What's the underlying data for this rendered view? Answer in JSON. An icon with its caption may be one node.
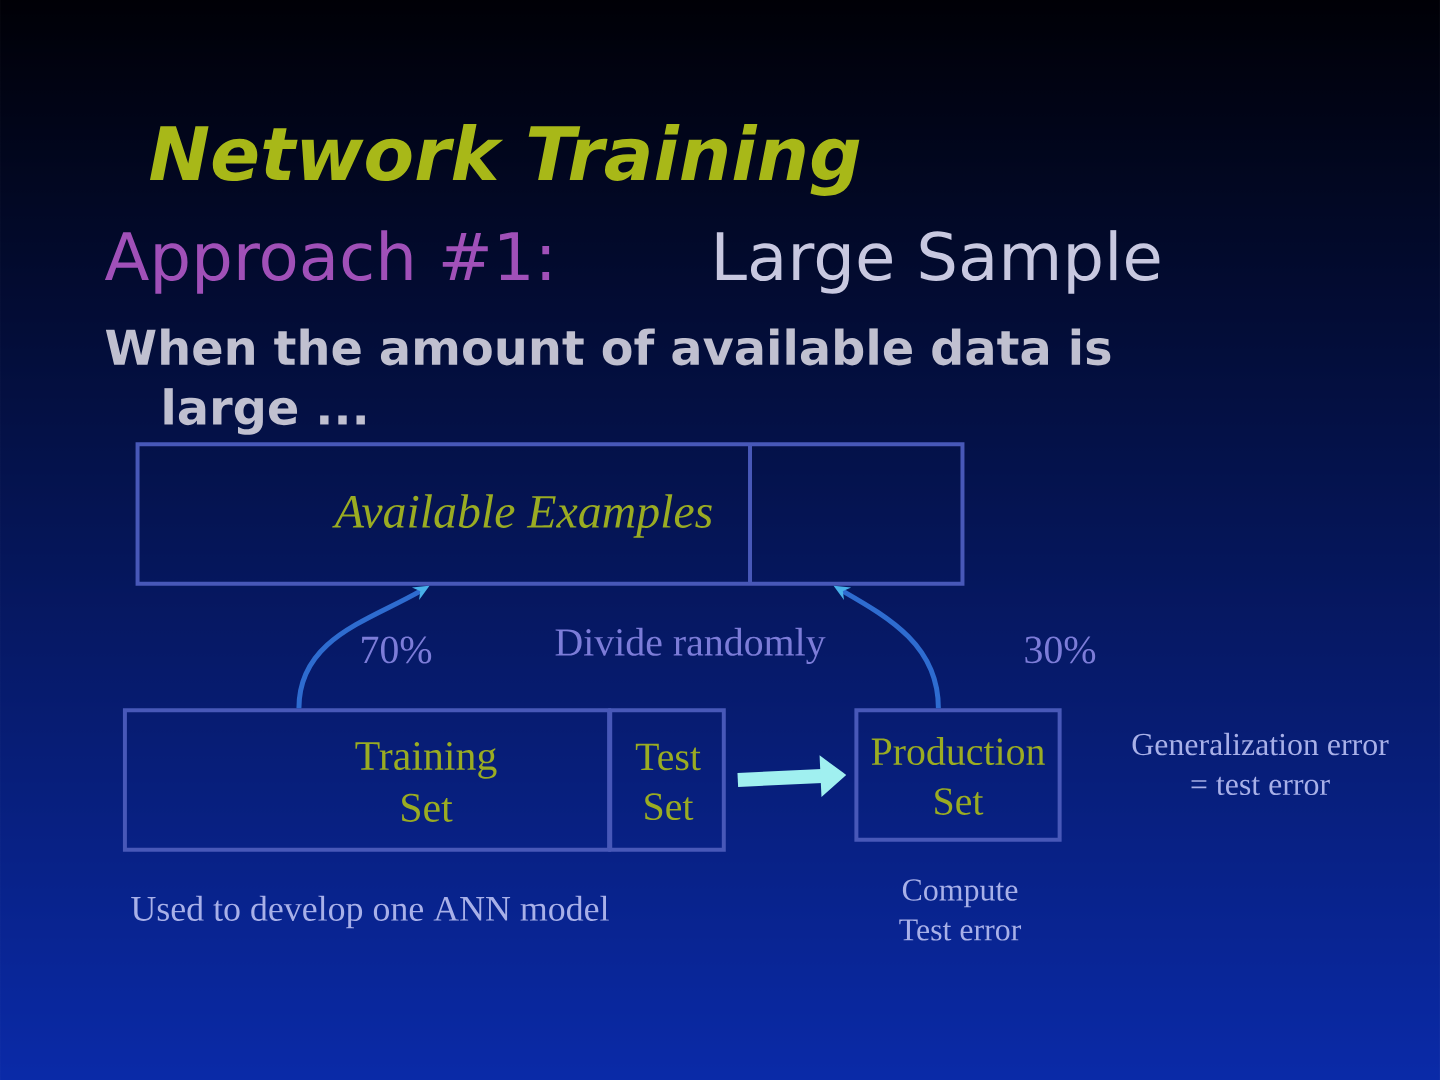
{
  "diagram": {
    "title": "Network Training",
    "nodes": [
      {
        "text": [
          "Available Examples"
        ]
      },
      {
        "text": [
          "Training Set"
        ],
        "beside": [
          "Used to develop one ANN model"
        ]
      },
      {
        "text": [
          "Test Set"
        ]
      },
      {
        "text": [
          "Production Set"
        ],
        "beside": [
          "Generalization error = test error",
          "Compute Test error"
        ]
      }
    ],
    "edges": [
      {
        "from": 1,
        "to": 0,
        "arrow": "to"
      },
      {
        "from": 3,
        "to": 0,
        "arrow": "to"
      },
      {
        "from": 2,
        "to": 3,
        "arrow": "to",
        "style": "thick",
        "color": "#a0f0f0"
      }
    ],
    "labels": [
      "Approach #1:",
      "Large Sample",
      "When the amount of available data is large ...",
      "70%",
      "Divide randomly",
      "30%"
    ]
  }
}
